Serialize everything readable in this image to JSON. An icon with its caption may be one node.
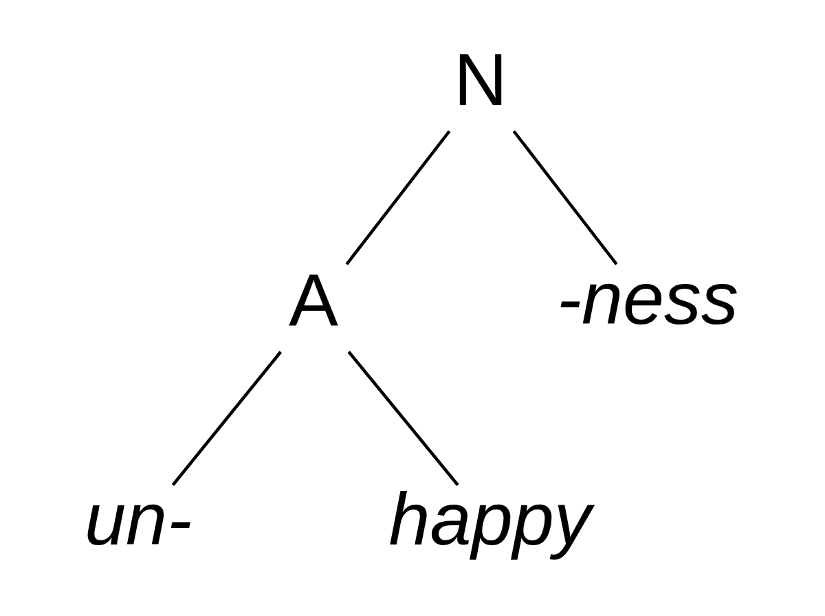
{
  "diagram": {
    "nodes": [
      {
        "text": [
          "N"
        ]
      },
      {
        "text": [
          "A"
        ]
      },
      {
        "text": [
          "-ness"
        ]
      },
      {
        "text": [
          "un-"
        ]
      },
      {
        "text": [
          "happy"
        ]
      }
    ],
    "edges": [
      {
        "from": 0,
        "to": 1,
        "arrow": "none"
      },
      {
        "from": 0,
        "to": 2,
        "arrow": "none"
      },
      {
        "from": 1,
        "to": 3,
        "arrow": "none"
      },
      {
        "from": 1,
        "to": 4,
        "arrow": "none"
      }
    ]
  }
}
